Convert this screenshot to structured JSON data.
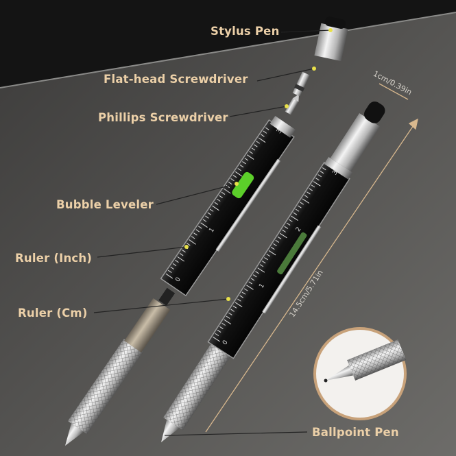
{
  "labels": {
    "stylus": "Stylus Pen",
    "flathead": "Flat-head Screwdriver",
    "phillips": "Phillips Screwdriver",
    "level": "Bubble Leveler",
    "ruler_inch": "Ruler (Inch)",
    "ruler_cm": "Ruler (Cm)",
    "ballpoint": "Ballpoint Pen"
  },
  "dimensions": {
    "diameter": "1cm/0.39in",
    "length": "14.5cm/5.71in"
  },
  "ruler_digits": [
    "0",
    "1",
    "2",
    "3"
  ],
  "colors": {
    "label": "#ecd0a8",
    "accent_dot": "#e8e04a",
    "level_green": "#5ccf2a",
    "background_dark": "#141414",
    "background_gray": "#5f5e5c"
  }
}
